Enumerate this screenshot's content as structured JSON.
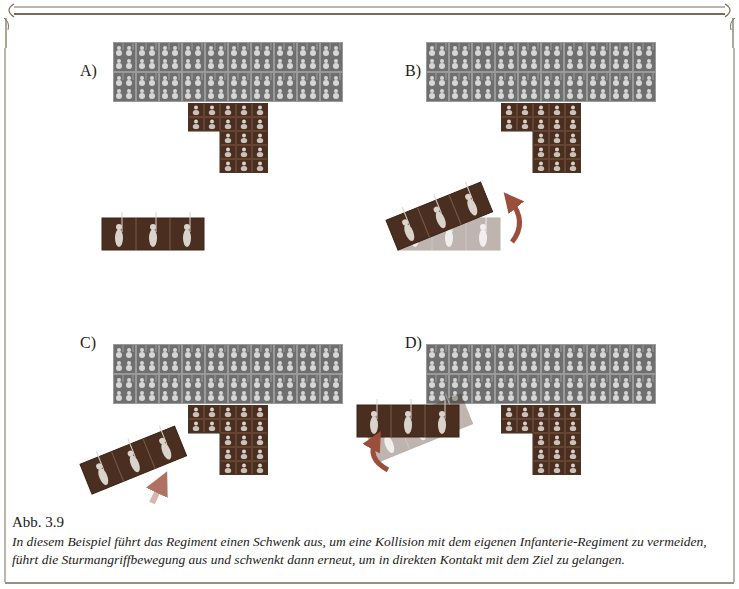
{
  "diagram": {
    "caption": "In diesem Beispiel führt das Regiment einen Schwenk aus, um eine Kollision mit dem eigenen Infanterie-Regiment zu vermeiden, führt die Sturmangriffbewegung aus und schwenkt dann erneut, um in direkten Kontakt mit dem Ziel zu gelangen.",
    "labels": [
      "A)",
      "B)",
      "C)",
      "D)",
      "Abb. 3.9"
    ]
  }
}
